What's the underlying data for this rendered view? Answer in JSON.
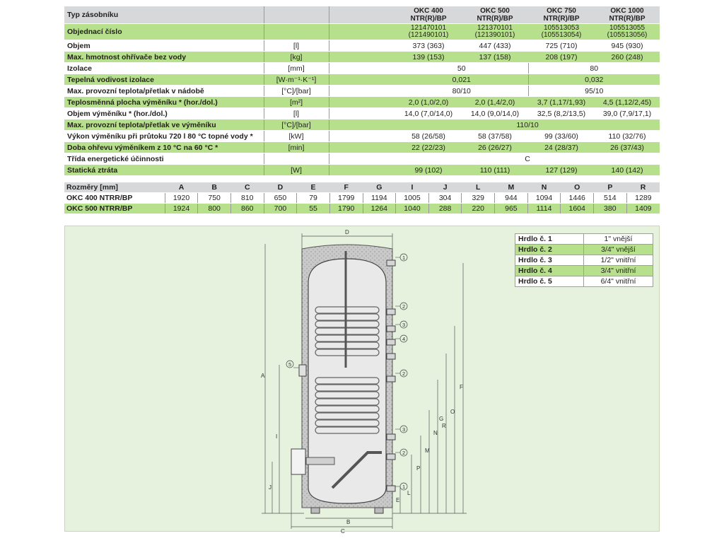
{
  "spec": {
    "header": {
      "label": "Typ zásobníku",
      "models": [
        [
          "OKC 400",
          "NTR(R)/BP"
        ],
        [
          "OKC 500",
          "NTR(R)/BP"
        ],
        [
          "OKC 750",
          "NTR(R)/BP"
        ],
        [
          "OKC 1000",
          "NTR(R)/BP"
        ]
      ]
    },
    "rows": {
      "order": {
        "label": "Objednací číslo",
        "v": [
          [
            "121470101",
            "(121490101)"
          ],
          [
            "121370101",
            "(121390101)"
          ],
          [
            "105513053",
            "(105513054)"
          ],
          [
            "105513055",
            "(105513056)"
          ]
        ]
      },
      "volume": {
        "label": "Objem",
        "unit": "[l]",
        "v": [
          "373 (363)",
          "447 (433)",
          "725 (710)",
          "945 (930)"
        ]
      },
      "mass": {
        "label": "Max. hmotnost ohřívače bez vody",
        "unit": "[kg]",
        "v": [
          "139 (153)",
          "137 (158)",
          "208 (197)",
          "260 (248)"
        ]
      },
      "insulation": {
        "label": "Izolace",
        "unit": "[mm]",
        "a": "50",
        "b": "80"
      },
      "conductivity": {
        "label": "Tepelná vodivost izolace",
        "unit": "[W·m⁻¹·K⁻¹]",
        "a": "0,021",
        "b": "0,032"
      },
      "maxtemp": {
        "label": "Max. provozní teplota/přetlak v nádobě",
        "unit": "[°C]/[bar]",
        "a": "80/10",
        "b": "95/10"
      },
      "area": {
        "label": "Teplosměnná plocha výměníku * (hor./dol.)",
        "unit": "[m²]",
        "v": [
          "2,0 (1,0/2,0)",
          "2,0 (1,4/2,0)",
          "3,7 (1,17/1,93)",
          "4,5 (1,12/2,45)"
        ]
      },
      "exvol": {
        "label": "Objem výměníku * (hor./dol.)",
        "unit": "[l]",
        "v": [
          "14,0 (7,0/14,0)",
          "14,0 (9,0/14,0)",
          "32,5 (8,2/13,5)",
          "39,0 (7,9/17,1)"
        ]
      },
      "extemp": {
        "label": "Max. provozní teplota/přetlak ve výměníku",
        "unit": "[°C]/[bar]",
        "all": "110/10"
      },
      "power": {
        "label": "Výkon výměníku při průtoku 720 l 80 °C topné vody *",
        "unit": "[kW]",
        "v": [
          "58 (26/58)",
          "58 (37/58)",
          "99 (33/60)",
          "110 (32/76)"
        ]
      },
      "heating": {
        "label": "Doba ohřevu výměníkem z 10 °C na 60 °C *",
        "unit": "[min]",
        "v": [
          "22 (22/23)",
          "26 (26/27)",
          "24 (28/37)",
          "26 (37/43)"
        ]
      },
      "energy": {
        "label": "Třída energetické účinnosti",
        "all": "C"
      },
      "loss": {
        "label": "Statická ztráta",
        "unit": "[W]",
        "v": [
          "99 (102)",
          "110 (111)",
          "127 (129)",
          "140 (142)"
        ]
      }
    }
  },
  "dims": {
    "header": "Rozměry [mm]",
    "cols": [
      "A",
      "B",
      "C",
      "D",
      "E",
      "F",
      "G",
      "I",
      "J",
      "L",
      "M",
      "N",
      "O",
      "P",
      "R"
    ],
    "rows": [
      {
        "label": "OKC 400 NTRR/BP",
        "v": [
          "1920",
          "750",
          "810",
          "650",
          "79",
          "1799",
          "1194",
          "1005",
          "304",
          "329",
          "944",
          "1094",
          "1446",
          "514",
          "1289"
        ]
      },
      {
        "label": "OKC 500 NTRR/BP",
        "v": [
          "1924",
          "800",
          "860",
          "700",
          "55",
          "1790",
          "1264",
          "1040",
          "288",
          "220",
          "965",
          "1114",
          "1604",
          "380",
          "1409"
        ]
      }
    ]
  },
  "ports": [
    {
      "label": "Hrdlo č. 1",
      "value": "1\" vnější"
    },
    {
      "label": "Hrdlo č. 2",
      "value": "3/4\" vnější"
    },
    {
      "label": "Hrdlo č. 3",
      "value": "1/2\" vnitřní"
    },
    {
      "label": "Hrdlo č. 4",
      "value": "3/4\" vnitřní"
    },
    {
      "label": "Hrdlo č. 5",
      "value": "6/4\" vnitřní"
    }
  ],
  "drawing": {
    "dim_labels": {
      "A": "A",
      "B": "B",
      "C": "C",
      "D": "D",
      "E": "E",
      "F": "F",
      "G": "G",
      "I": "I",
      "J": "J",
      "L": "L",
      "M": "M",
      "N": "N",
      "O": "O",
      "P": "P",
      "R": "R"
    },
    "callouts": [
      "1",
      "2",
      "3",
      "4",
      "2",
      "3",
      "2",
      "1",
      "5"
    ]
  },
  "colors": {
    "green": "#b7e08c",
    "grey": "#d7d8da",
    "panel": "#e6f1de"
  }
}
